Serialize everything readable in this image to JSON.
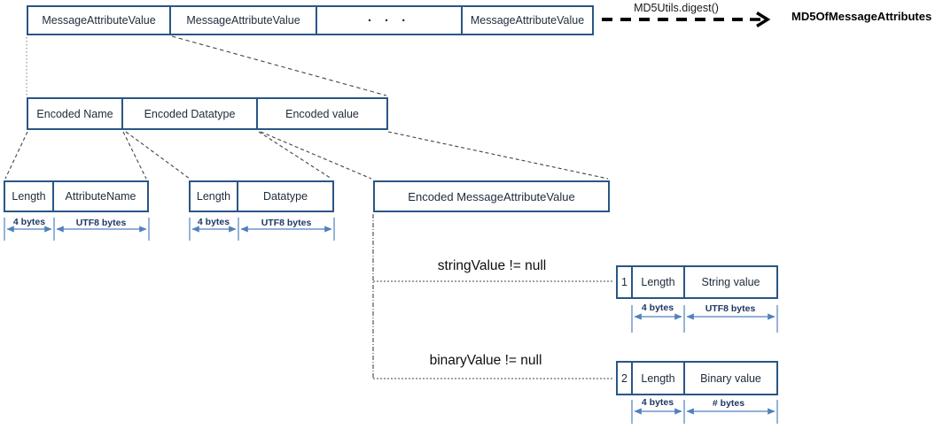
{
  "colors": {
    "box_border": "#2a5586",
    "box_text": "#1c2b3a",
    "measure_line": "#4f81bd",
    "measure_text": "#1f3864",
    "connector": "#444444",
    "md5_text": "#000000"
  },
  "md5": {
    "function_label": "MD5Utils.digest()",
    "result_label": "MD5OfMessageAttributes"
  },
  "top_row": [
    "MessageAttributeValue",
    "MessageAttributeValue",
    "· · ·",
    "MessageAttributeValue"
  ],
  "encoded_row": [
    "Encoded Name",
    "Encoded Datatype",
    "Encoded value"
  ],
  "name_encoding": {
    "cells": [
      "Length",
      "AttributeName"
    ],
    "measures": [
      "4 bytes",
      "UTF8 bytes"
    ]
  },
  "datatype_encoding": {
    "cells": [
      "Length",
      "Datatype"
    ],
    "measures": [
      "4 bytes",
      "UTF8 bytes"
    ]
  },
  "encoded_mav_label": "Encoded MessageAttributeValue",
  "string_branch": {
    "condition": "stringValue != null",
    "cells": [
      "1",
      "Length",
      "String value"
    ],
    "measures": [
      "4 bytes",
      "UTF8 bytes"
    ]
  },
  "binary_branch": {
    "condition": "binaryValue != null",
    "cells": [
      "2",
      "Length",
      "Binary value"
    ],
    "measures": [
      "4 bytes",
      "# bytes"
    ]
  }
}
